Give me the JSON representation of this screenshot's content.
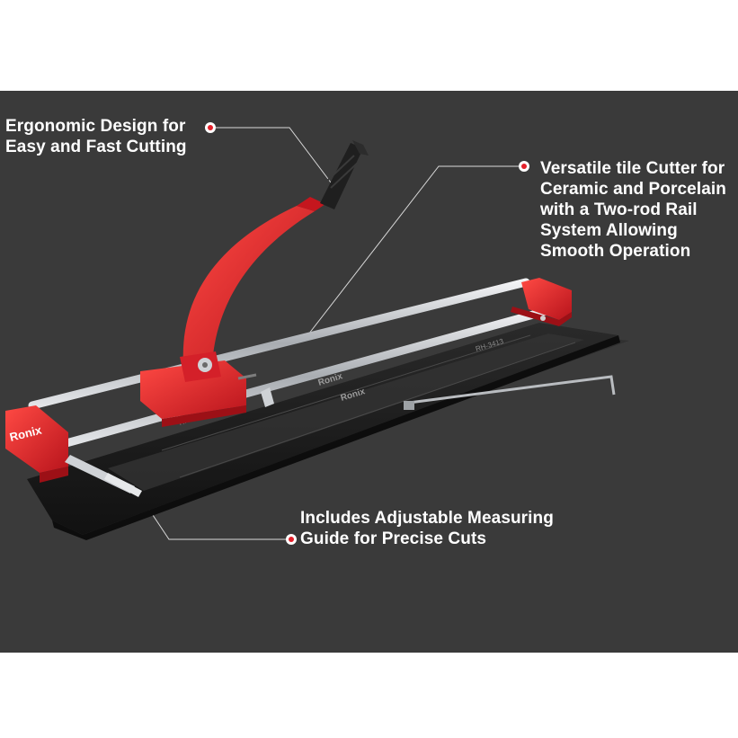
{
  "callouts": {
    "ergonomic": {
      "lines": [
        "Ergonomic Design for",
        "Easy and Fast Cutting"
      ]
    },
    "versatile": {
      "lines": [
        "Versatile tile Cutter for",
        "Ceramic and Porcelain",
        "with a Two-rod Rail",
        "System Allowing",
        "Smooth Operation"
      ]
    },
    "guide": {
      "lines": [
        "Includes Adjustable Measuring",
        "Guide for Precise Cuts"
      ]
    }
  },
  "product": {
    "brand": "Ronix",
    "model": "RH-3413",
    "colors": {
      "accent": "#e3202a",
      "base": "#1c1c1c",
      "rail": "#c9ccd0",
      "background": "#3a3a3a"
    }
  }
}
